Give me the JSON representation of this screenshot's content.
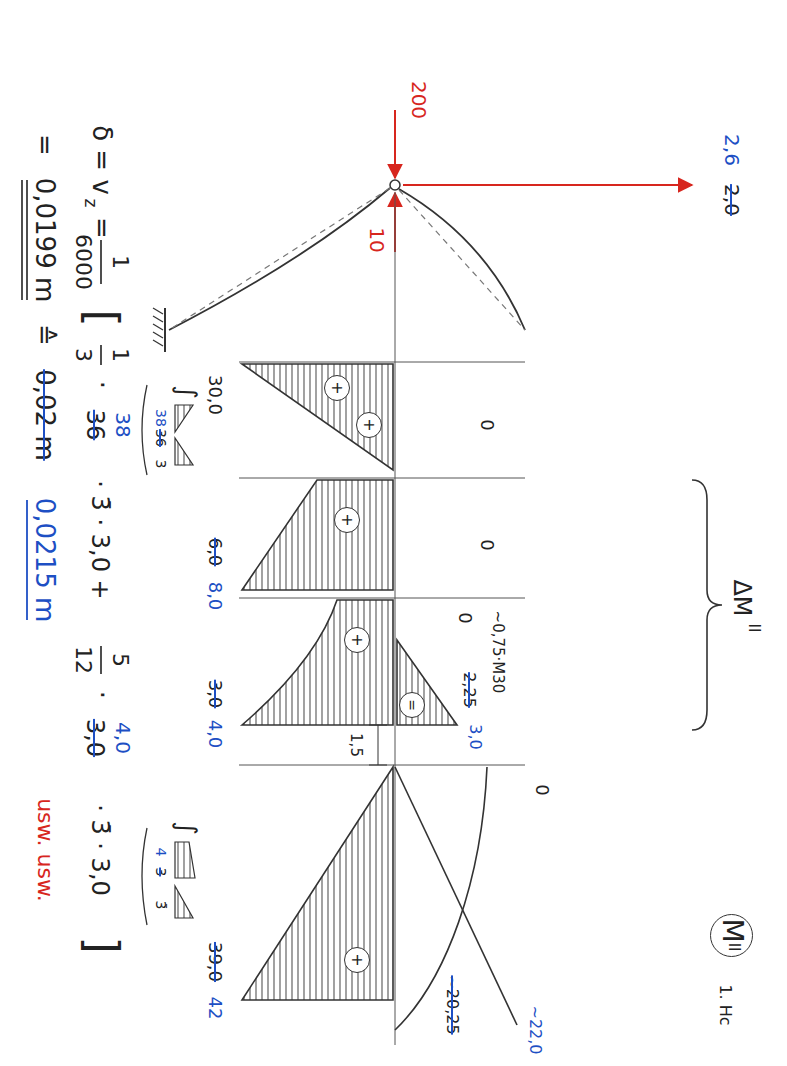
{
  "diagram": {
    "nodes": [
      {
        "text": [
          "M",
          "II"
        ]
      },
      {
        "text": [
          "+"
        ]
      },
      {
        "text": [
          "+"
        ]
      },
      {
        "text": [
          "+"
        ]
      },
      {
        "text": [
          "+"
        ]
      },
      {
        "text": [
          "="
        ]
      },
      {
        "text": [
          "+"
        ]
      }
    ],
    "labels": [
      "2,6",
      "2,0",
      "200",
      "10",
      "ΔM",
      "II",
      "1. Hc",
      "0",
      "0",
      "0",
      "0",
      "30,0",
      "6,0",
      "8,0",
      "~0,75·M30",
      "3,0",
      "4,0",
      "2,25",
      "3,0",
      "1,5",
      "39,0",
      "42",
      "~20,25",
      "~22,0",
      "δ = v",
      "z",
      "=",
      "1",
      "6000",
      "[",
      "1",
      "3",
      "·",
      "36",
      "38",
      "· 3̄ · 3,0 +",
      "5",
      "12",
      "·",
      "3,0",
      "4,0",
      "· 3̄ · 3,0",
      "]",
      "∫",
      "38",
      "36",
      "3",
      "∫",
      "4",
      "3",
      "3̄",
      "=",
      "0,0199 m",
      "≙",
      "0,02 m",
      "0,0215 m",
      "usw. usw."
    ]
  }
}
